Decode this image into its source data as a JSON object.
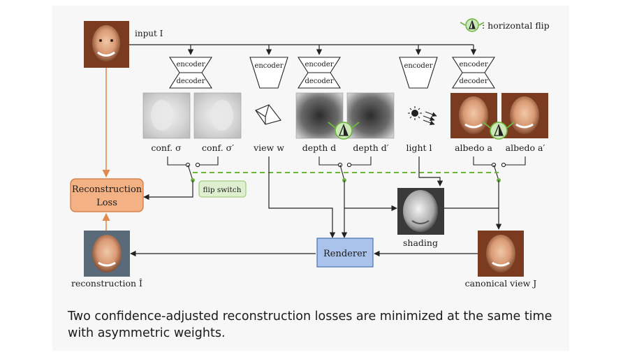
{
  "legend": {
    "text": ": horizontal flip"
  },
  "input_label": "input I",
  "encoder_label": "encoder",
  "decoder_label": "decoder",
  "maps": {
    "conf": "conf. σ",
    "conf_flip": "conf. σ′",
    "view": "view w",
    "depth": "depth d",
    "depth_flip": "depth d′",
    "light": "light l",
    "albedo": "albedo a",
    "albedo_flip": "albedo a′"
  },
  "flip_switch_label": "flip switch",
  "loss_label": [
    "Reconstruction",
    "Loss"
  ],
  "renderer_label": "Renderer",
  "shading_label": "shading",
  "reconstruction_label": "reconstruction Î",
  "canonical_label": "canonical view J",
  "caption": "Two confidence-adjusted reconstruction losses are minimized at the same time with asymmetric weights.",
  "colors": {
    "loss_fill": "#f4b183",
    "loss_stroke": "#d0743c",
    "renderer_fill": "#a9c3ea",
    "renderer_stroke": "#4a72b4",
    "flip_green": "#6cb33f",
    "flip_green_light": "#cde8b8",
    "orange_arrow": "#e08a52"
  }
}
